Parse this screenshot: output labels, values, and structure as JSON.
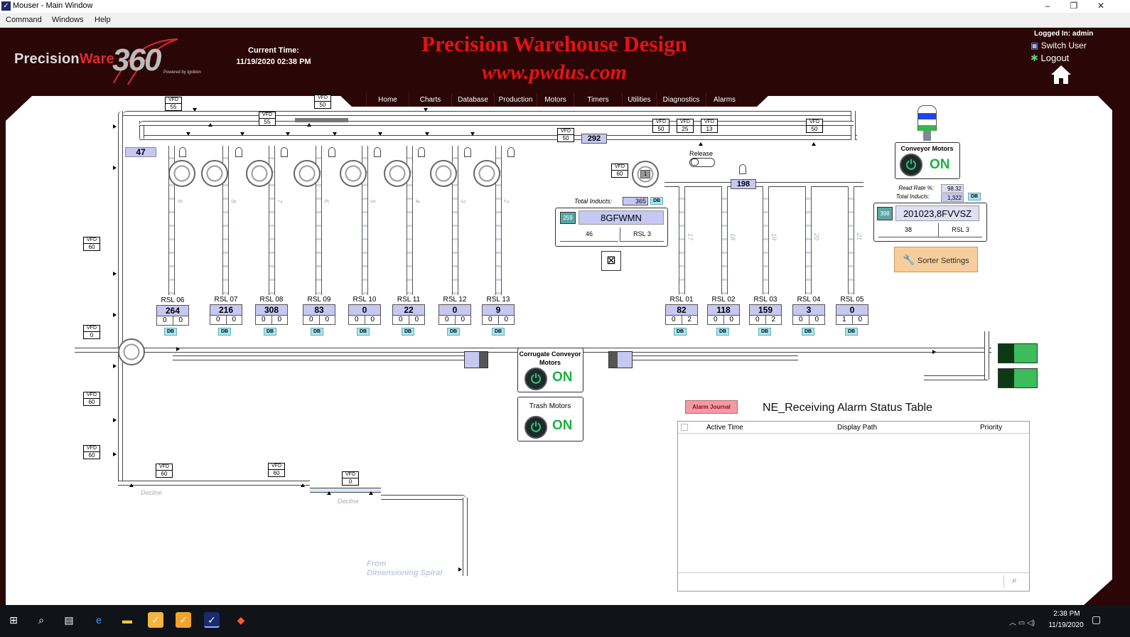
{
  "window": {
    "title": "Mouser - Main Window",
    "controls": [
      "minimize",
      "restore",
      "close"
    ]
  },
  "menu": [
    "Command",
    "Windows",
    "Help"
  ],
  "header": {
    "logo_brand_a": "Precision",
    "logo_brand_b": "Ware",
    "logo_number": "360",
    "logo_powered": "Powered by Ignition",
    "current_time_label": "Current Time:",
    "current_time_value": "11/19/2020 02:38 PM",
    "banner_title": "Precision Warehouse Design",
    "banner_url": "www.pwdus.com",
    "logged_in": "Logged In: admin",
    "switch_user": "Switch User",
    "logout": "Logout"
  },
  "nav": [
    "Home",
    "Charts",
    "Database",
    "Production",
    "Motors",
    "Timers",
    "Utilities",
    "Diagnostics",
    "Alarms"
  ],
  "vfd_label": "VFD",
  "vfds": [
    "55",
    "50",
    "55",
    "50",
    "50",
    "25",
    "13",
    "50",
    "60",
    "60",
    "0",
    "60",
    "60",
    "60",
    "60",
    "0"
  ],
  "counters": {
    "left_count": "47",
    "top_count": "292",
    "right_count": "198"
  },
  "rsl_left": [
    {
      "label": "RSL 06",
      "count": "264",
      "a": "0",
      "b": "0"
    },
    {
      "label": "RSL 07",
      "count": "216",
      "a": "0",
      "b": "0"
    },
    {
      "label": "RSL 08",
      "count": "308",
      "a": "0",
      "b": "0"
    },
    {
      "label": "RSL 09",
      "count": "83",
      "a": "0",
      "b": "0"
    },
    {
      "label": "RSL 10",
      "count": "0",
      "a": "0",
      "b": "0"
    },
    {
      "label": "RSL 11",
      "count": "22",
      "a": "0",
      "b": "0"
    },
    {
      "label": "RSL 12",
      "count": "0",
      "a": "0",
      "b": "0"
    },
    {
      "label": "RSL 13",
      "count": "9",
      "a": "0",
      "b": "0"
    }
  ],
  "rsl_right": [
    {
      "label": "RSL 01",
      "count": "82",
      "a": "0",
      "b": "2"
    },
    {
      "label": "RSL 02",
      "count": "118",
      "a": "0",
      "b": "0"
    },
    {
      "label": "RSL 03",
      "count": "159",
      "a": "0",
      "b": "2"
    },
    {
      "label": "RSL 04",
      "count": "3",
      "a": "0",
      "b": "0"
    },
    {
      "label": "RSL 05",
      "count": "0",
      "a": "1",
      "b": "0"
    }
  ],
  "db_label": "DB",
  "lane_numbers_left": [
    "6",
    "8",
    "7",
    "6",
    "5",
    "4",
    "3",
    "2"
  ],
  "lane_numbers_right": [
    "17",
    "18",
    "19",
    "20",
    "21"
  ],
  "induct_left": {
    "label": "Total Inducts:",
    "total": "365",
    "id": "259",
    "barcode": "8GFWMN",
    "count": "46",
    "dest": "RSL 3"
  },
  "release_label": "Release",
  "diverter_id": "1",
  "sorter": {
    "conveyor_motors_label": "Conveyor Motors",
    "status": "ON",
    "read_rate_label": "Read Rate %:",
    "read_rate": "98.32",
    "total_inducts_label": "Total Inducts:",
    "total_inducts": "1,322",
    "id": "398",
    "barcode": "201023,8FVVSZ",
    "count": "38",
    "dest": "RSL 3",
    "settings_label": "Sorter Settings"
  },
  "corrugate": {
    "label": "Corrugate Conveyor Motors",
    "status": "ON"
  },
  "trash": {
    "label": "Trash Motors",
    "status": "ON"
  },
  "decline_labels": [
    "Decline",
    "Decline"
  ],
  "spiral_label_1": "From",
  "spiral_label_2": "Dimensioning Spiral",
  "alarm": {
    "journal_button": "Alarm Journal",
    "title": "NE_Receiving Alarm Status Table",
    "columns": [
      "Active Time",
      "Display Path",
      "Priority"
    ],
    "rows": []
  },
  "taskbar": {
    "time": "2:38 PM",
    "date": "11/19/2020"
  },
  "colors": {
    "header_bg": "#2a0606",
    "banner_red": "#e31313",
    "counter_fill": "#c7c8f2",
    "on_green": "#20b040",
    "db_fill": "#a8e8ef"
  }
}
